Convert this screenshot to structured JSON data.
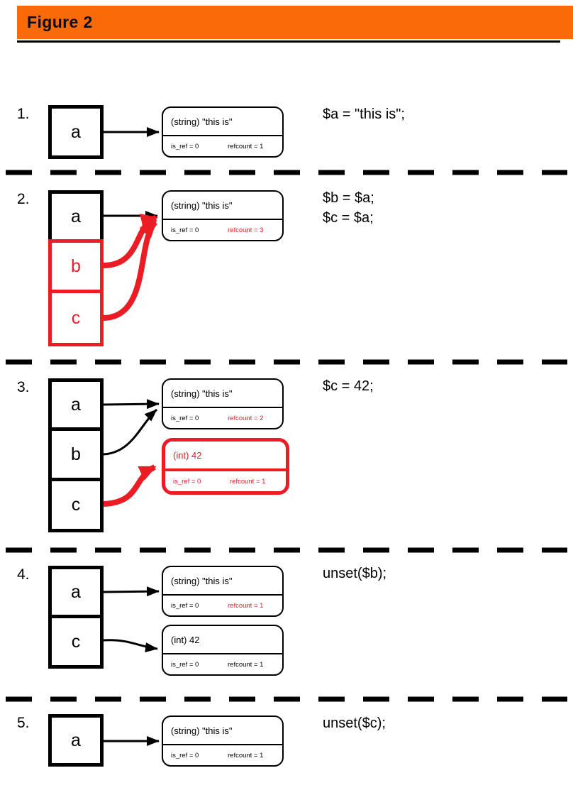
{
  "figure": {
    "title": "Figure 2"
  },
  "colors": {
    "header_orange": "#fb6a09",
    "highlight_red": "#ec1c24",
    "line_black": "#000000"
  },
  "rows": [
    {
      "num": "1.",
      "code_lines": [
        "$a = \"this is\";"
      ],
      "vars": [
        {
          "name": "a",
          "red": false
        }
      ],
      "zvals": [
        {
          "value": "(string) \"this is\"",
          "is_ref": "is_ref = 0",
          "refcount": "refcount = 1",
          "red_refcount": false,
          "red_box": false
        }
      ]
    },
    {
      "num": "2.",
      "code_lines": [
        "$b = $a;",
        "$c = $a;"
      ],
      "vars": [
        {
          "name": "a",
          "red": false
        },
        {
          "name": "b",
          "red": true
        },
        {
          "name": "c",
          "red": true
        }
      ],
      "zvals": [
        {
          "value": "(string) \"this is\"",
          "is_ref": "is_ref = 0",
          "refcount": "refcount = 3",
          "red_refcount": true,
          "red_box": false
        }
      ]
    },
    {
      "num": "3.",
      "code_lines": [
        "$c = 42;"
      ],
      "vars": [
        {
          "name": "a",
          "red": false
        },
        {
          "name": "b",
          "red": false
        },
        {
          "name": "c",
          "red": false
        }
      ],
      "zvals": [
        {
          "value": "(string) \"this is\"",
          "is_ref": "is_ref = 0",
          "refcount": "refcount = 2",
          "red_refcount": true,
          "red_box": false
        },
        {
          "value": "(int) 42",
          "is_ref": "is_ref = 0",
          "refcount": "refcount = 1",
          "red_refcount": true,
          "red_box": true
        }
      ]
    },
    {
      "num": "4.",
      "code_lines": [
        "unset($b);"
      ],
      "vars": [
        {
          "name": "a",
          "red": false
        },
        {
          "name": "c",
          "red": false
        }
      ],
      "zvals": [
        {
          "value": "(string) \"this is\"",
          "is_ref": "is_ref = 0",
          "refcount": "refcount = 1",
          "red_refcount": true,
          "red_box": false
        },
        {
          "value": "(int) 42",
          "is_ref": "is_ref = 0",
          "refcount": "refcount = 1",
          "red_refcount": false,
          "red_box": false
        }
      ]
    },
    {
      "num": "5.",
      "code_lines": [
        "unset($c);"
      ],
      "vars": [
        {
          "name": "a",
          "red": false
        }
      ],
      "zvals": [
        {
          "value": "(string) \"this is\"",
          "is_ref": "is_ref = 0",
          "refcount": "refcount = 1",
          "red_refcount": false,
          "red_box": false
        }
      ]
    }
  ]
}
